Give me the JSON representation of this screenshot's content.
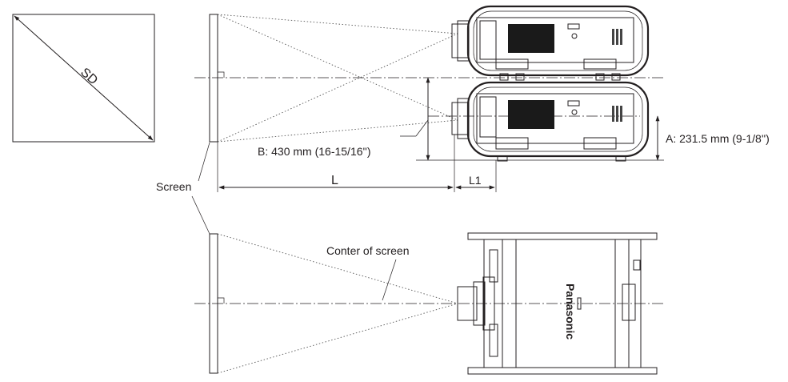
{
  "labels": {
    "sd": "SD",
    "screen": "Screen",
    "b_dim": "B: 430 mm (16-15/16'')",
    "a_dim": "A: 231.5 mm (9-1/8'')",
    "l": "L",
    "l1": "L1",
    "center": "Conter of screen",
    "brand": "Panasonic"
  }
}
